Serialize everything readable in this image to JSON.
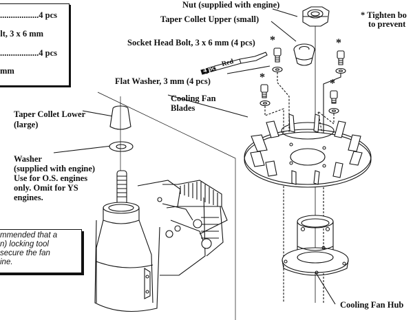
{
  "parts_box": {
    "lines": [
      "..................4 pcs",
      "olt, 3 x 6 mm",
      "..................4 pcs",
      "mm"
    ]
  },
  "labels": {
    "nut": "Nut (supplied with engine)",
    "taper_collet_upper": "Taper Collet Upper (small)",
    "socket_head_bolt": "Socket Head Bolt, 3 x 6 mm (4 pcs)",
    "asterisk": "*",
    "flat_washer": "Flat Washer, 3 mm (4 pcs)",
    "cooling_fan_blades_1": "Cooling Fan",
    "cooling_fan_blades_2": "Blades",
    "taper_collet_lower_1": "Taper Collet Lower",
    "taper_collet_lower_2": "(large)",
    "washer_lines": [
      "Washer",
      "(supplied with engine)",
      "Use for O.S. engines",
      "only. Omit for YS",
      "engines."
    ],
    "cooling_fan_hub": "Cooling Fan Hub",
    "tighten_note_1": "* Tighten bo",
    "tighten_note_2": "to prevent"
  },
  "threadlock_tube": {
    "count_label": "4 pcs",
    "color_label": "Red"
  },
  "note_box": {
    "lines": [
      "mmended that a",
      "n) locking tool",
      "secure the fan",
      "ine."
    ]
  }
}
